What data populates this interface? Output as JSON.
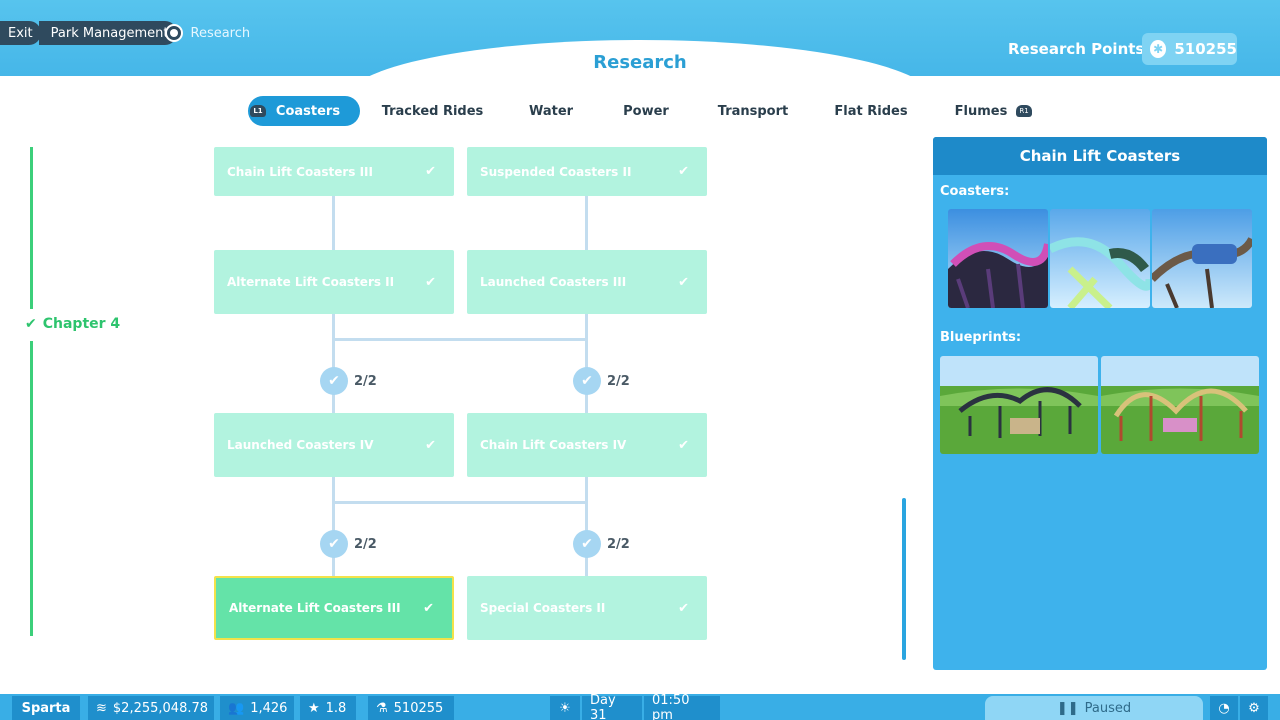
{
  "breadcrumb": {
    "exit": "Exit",
    "park_management": "Park Management",
    "research": "Research"
  },
  "header": {
    "title": "Research",
    "research_points_label": "Research Points",
    "research_points_value": "510255"
  },
  "tabs": [
    {
      "label": "Coasters",
      "active": true
    },
    {
      "label": "Tracked Rides",
      "active": false
    },
    {
      "label": "Water",
      "active": false
    },
    {
      "label": "Power",
      "active": false
    },
    {
      "label": "Transport",
      "active": false
    },
    {
      "label": "Flat Rides",
      "active": false
    },
    {
      "label": "Flumes",
      "active": false
    }
  ],
  "chapter": {
    "label": "Chapter 4",
    "complete": true
  },
  "nodes": [
    {
      "label": "Chain Lift Coasters III",
      "researched": true,
      "selected": false
    },
    {
      "label": "Suspended Coasters II",
      "researched": true,
      "selected": false
    },
    {
      "label": "Alternate Lift Coasters II",
      "researched": true,
      "selected": false
    },
    {
      "label": "Launched Coasters III",
      "researched": true,
      "selected": false
    },
    {
      "label": "Launched Coasters IV",
      "researched": true,
      "selected": false
    },
    {
      "label": "Chain Lift Coasters IV",
      "researched": true,
      "selected": false
    },
    {
      "label": "Alternate Lift Coasters III",
      "researched": true,
      "selected": true
    },
    {
      "label": "Special Coasters II",
      "researched": true,
      "selected": false
    }
  ],
  "requirements": [
    "2/2",
    "2/2",
    "2/2",
    "2/2"
  ],
  "detail_panel": {
    "title": "Chain Lift Coasters",
    "coasters_label": "Coasters:",
    "blueprints_label": "Blueprints:"
  },
  "status_bar": {
    "park_name": "Sparta",
    "money": "$2,255,048.78",
    "guests": "1,426",
    "rating": "1.8",
    "research": "510255",
    "day": "Day 31",
    "time": "01:50 pm",
    "state": "Paused"
  },
  "colors": {
    "accent": "#1e9ad8",
    "node_researched": "#b2f3df",
    "node_selected": "#64e3a8",
    "chapter_green": "#3ccf7a"
  }
}
